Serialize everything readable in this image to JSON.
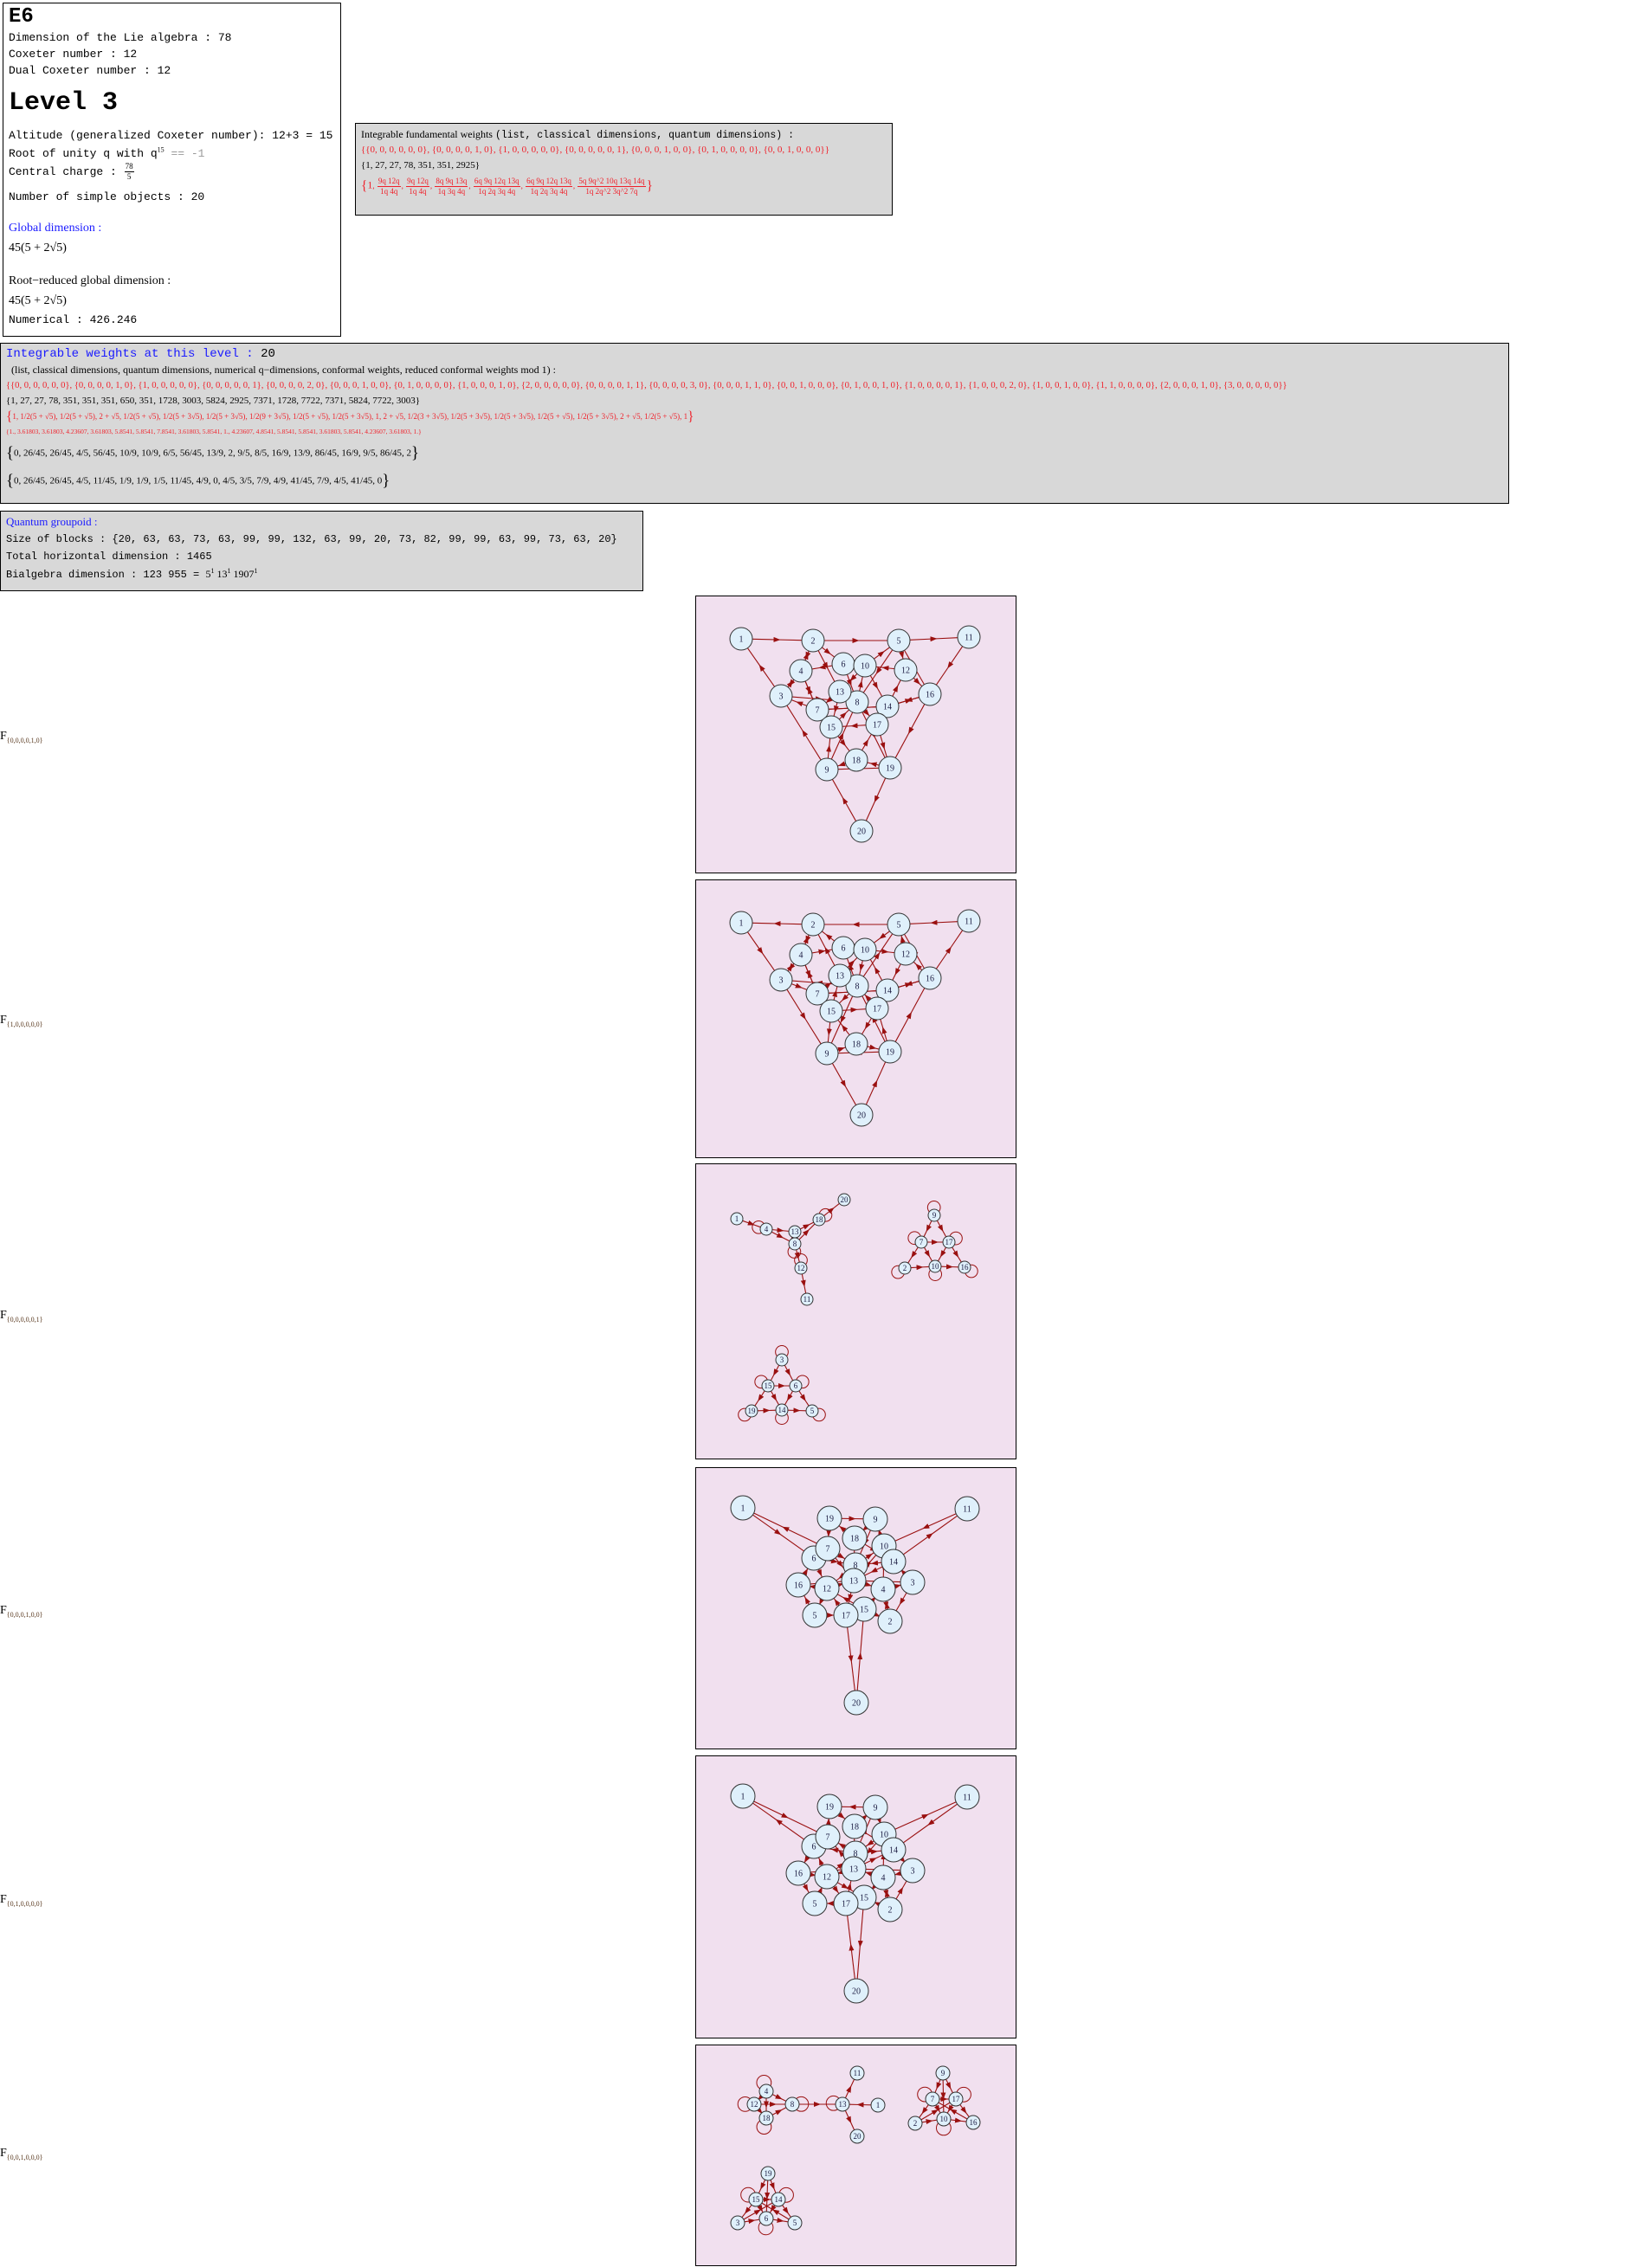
{
  "algebra": {
    "name": "E6",
    "dimension_line": "Dimension of the Lie algebra : 78",
    "coxeter_line": "Coxeter number : 12",
    "dual_coxeter_line": "Dual Coxeter number : 12"
  },
  "level": {
    "title": "Level 3",
    "altitude_line": "Altitude (generalized Coxeter number): 12+3 = 15",
    "root_prefix": "Root of unity q with q",
    "root_exp": "15",
    "root_suffix": " == -1",
    "central_charge_label": "Central charge : ",
    "central_charge_num": "78",
    "central_charge_den": "5",
    "simple_objects_line": "Number of simple objects : 20",
    "global_dim_label": "Global dimension :",
    "global_dim_value": "45(5 + 2√5)",
    "root_reduced_label": "Root−reduced global dimension :",
    "root_reduced_value": "45(5 + 2√5)",
    "numerical_line": "Numerical : 426.246"
  },
  "fundamental": {
    "title_serif": "Integrable fundamental weights ",
    "title_mono": "(list, classical dimensions, quantum dimensions) :",
    "weights": "{{0, 0, 0, 0, 0, 0}, {0, 0, 0, 0, 1, 0}, {1, 0, 0, 0, 0, 0}, {0, 0, 0, 0, 0, 1}, {0, 0, 0, 1, 0, 0}, {0, 1, 0, 0, 0, 0}, {0, 0, 1, 0, 0, 0}}",
    "classical_dims": "{1, 27, 27, 78, 351, 351, 2925}",
    "quantum_dims": [
      {
        "value": "1"
      },
      {
        "num": "9q 12q",
        "den": "1q 4q"
      },
      {
        "num": "9q 12q",
        "den": "1q 4q"
      },
      {
        "num": "8q 9q 13q",
        "den": "1q 3q 4q"
      },
      {
        "num": "6q 9q 12q 13q",
        "den": "1q 2q 3q 4q"
      },
      {
        "num": "6q 9q 12q 13q",
        "den": "1q 2q 3q 4q"
      },
      {
        "num": "5q 9q^2 10q 13q 14q",
        "den": "1q 2q^2 3q^2 7q"
      }
    ]
  },
  "integrable": {
    "title": "Integrable weights at this level : ",
    "count": "20",
    "subtitle": "(list, classical dimensions, quantum dimensions, numerical q−dimensions, conformal weights, reduced conformal weights mod 1) :",
    "weights": "{{0, 0, 0, 0, 0, 0}, {0, 0, 0, 0, 1, 0}, {1, 0, 0, 0, 0, 0}, {0, 0, 0, 0, 0, 1}, {0, 0, 0, 0, 2, 0}, {0, 0, 0, 1, 0, 0}, {0, 1, 0, 0, 0, 0}, {1, 0, 0, 0, 1, 0}, {2, 0, 0, 0, 0, 0}, {0, 0, 0, 0, 1, 1}, {0, 0, 0, 0, 3, 0}, {0, 0, 0, 1, 1, 0}, {0, 0, 1, 0, 0, 0}, {0, 1, 0, 0, 1, 0}, {1, 0, 0, 0, 0, 1}, {1, 0, 0, 0, 2, 0}, {1, 0, 0, 1, 0, 0}, {1, 1, 0, 0, 0, 0}, {2, 0, 0, 0, 1, 0}, {3, 0, 0, 0, 0, 0}}",
    "classical_dims": "{1, 27, 27, 78, 351, 351, 351, 650, 351, 1728, 3003, 5824, 2925, 7371, 1728, 7722, 7371, 5824, 7722, 3003}",
    "quantum_dims": [
      "1",
      "1/2(5 + √5)",
      "1/2(5 + √5)",
      "2 + √5",
      "1/2(5 + √5)",
      "1/2(5 + 3√5)",
      "1/2(5 + 3√5)",
      "1/2(9 + 3√5)",
      "1/2(5 + √5)",
      "1/2(5 + 3√5)",
      "1",
      "2 + √5",
      "1/2(3 + 3√5)",
      "1/2(5 + 3√5)",
      "1/2(5 + 3√5)",
      "1/2(5 + √5)",
      "1/2(5 + 3√5)",
      "2 + √5",
      "1/2(5 + √5)",
      "1"
    ],
    "numerical_dims": "{1., 3.61803, 3.61803, 4.23607, 3.61803, 5.8541, 5.8541, 7.8541, 3.61803, 5.8541, 1., 4.23607, 4.8541, 5.8541, 5.8541, 3.61803, 5.8541, 4.23607, 3.61803, 1.}",
    "conformal_weights": [
      "0",
      "26/45",
      "26/45",
      "4/5",
      "56/45",
      "10/9",
      "10/9",
      "6/5",
      "56/45",
      "13/9",
      "2",
      "9/5",
      "8/5",
      "16/9",
      "13/9",
      "86/45",
      "16/9",
      "9/5",
      "86/45",
      "2"
    ],
    "reduced_conformal_weights": [
      "0",
      "26/45",
      "26/45",
      "4/5",
      "11/45",
      "1/9",
      "1/9",
      "1/5",
      "11/45",
      "4/9",
      "0",
      "4/5",
      "3/5",
      "7/9",
      "4/9",
      "41/45",
      "7/9",
      "4/5",
      "41/45",
      "0"
    ]
  },
  "groupoid": {
    "title": "Quantum groupoid :",
    "blocks_line": "Size of blocks : {20, 63, 63, 73, 63, 99, 99, 132, 63, 99, 20, 73, 82, 99, 99, 63, 99, 73, 63, 20}",
    "horizontal_line": "Total horizontal dimension : 1465",
    "bialgebra_prefix": "Bialgebra dimension : 123 955 = ",
    "bialgebra_factors": [
      {
        "base": "5",
        "exp": "1"
      },
      {
        "base": "13",
        "exp": "1"
      },
      {
        "base": "1907",
        "exp": "1"
      }
    ]
  },
  "colors": {
    "edge": "#9a1010",
    "node_fill": "#dff0fb",
    "panel_bg": "#f1e0ef",
    "accent_blue": "#1a1aff",
    "accent_red": "#f0202a"
  },
  "graphs": [
    {
      "label": "F",
      "sub": "{0,0,0,0,1,0}",
      "nodes": [
        1,
        2,
        3,
        4,
        5,
        6,
        7,
        8,
        9,
        10,
        11,
        12,
        13,
        14,
        15,
        16,
        17,
        18,
        19,
        20
      ],
      "edges": [
        [
          1,
          2
        ],
        [
          2,
          5
        ],
        [
          5,
          11
        ],
        [
          11,
          16
        ],
        [
          16,
          19
        ],
        [
          19,
          20
        ],
        [
          20,
          9
        ],
        [
          9,
          3
        ],
        [
          3,
          1
        ],
        [
          2,
          4
        ],
        [
          4,
          2
        ],
        [
          3,
          4
        ],
        [
          4,
          3
        ],
        [
          2,
          6
        ],
        [
          2,
          13
        ],
        [
          4,
          7
        ],
        [
          7,
          4
        ],
        [
          6,
          4
        ],
        [
          10,
          5
        ],
        [
          5,
          8
        ],
        [
          5,
          12
        ],
        [
          12,
          10
        ],
        [
          5,
          16
        ],
        [
          12,
          16
        ],
        [
          10,
          14
        ],
        [
          14,
          12
        ],
        [
          16,
          14
        ],
        [
          14,
          16
        ],
        [
          3,
          8
        ],
        [
          7,
          3
        ],
        [
          6,
          8
        ],
        [
          10,
          13
        ],
        [
          13,
          7
        ],
        [
          8,
          10
        ],
        [
          7,
          14
        ],
        [
          14,
          7
        ],
        [
          17,
          15
        ],
        [
          15,
          8
        ],
        [
          15,
          18
        ],
        [
          18,
          17
        ],
        [
          9,
          15
        ],
        [
          9,
          8
        ],
        [
          18,
          9
        ],
        [
          19,
          18
        ],
        [
          9,
          19
        ],
        [
          17,
          19
        ],
        [
          8,
          19
        ],
        [
          13,
          15
        ],
        [
          8,
          17
        ]
      ],
      "loops": []
    },
    {
      "label": "F",
      "sub": "{1,0,0,0,0,0}",
      "nodes": [
        1,
        2,
        3,
        4,
        5,
        6,
        7,
        8,
        9,
        10,
        11,
        12,
        13,
        14,
        15,
        16,
        17,
        18,
        19,
        20
      ],
      "edges": [
        [
          2,
          1
        ],
        [
          5,
          2
        ],
        [
          11,
          5
        ],
        [
          16,
          11
        ],
        [
          19,
          16
        ],
        [
          20,
          19
        ],
        [
          9,
          20
        ],
        [
          3,
          9
        ],
        [
          1,
          3
        ],
        [
          4,
          2
        ],
        [
          2,
          4
        ],
        [
          4,
          3
        ],
        [
          3,
          4
        ],
        [
          6,
          2
        ],
        [
          13,
          2
        ],
        [
          7,
          4
        ],
        [
          4,
          7
        ],
        [
          4,
          6
        ],
        [
          5,
          10
        ],
        [
          8,
          5
        ],
        [
          12,
          5
        ],
        [
          10,
          12
        ],
        [
          16,
          5
        ],
        [
          16,
          12
        ],
        [
          14,
          10
        ],
        [
          12,
          14
        ],
        [
          14,
          16
        ],
        [
          16,
          14
        ],
        [
          8,
          3
        ],
        [
          3,
          7
        ],
        [
          8,
          6
        ],
        [
          13,
          10
        ],
        [
          7,
          13
        ],
        [
          10,
          8
        ],
        [
          14,
          7
        ],
        [
          7,
          14
        ],
        [
          15,
          17
        ],
        [
          8,
          15
        ],
        [
          18,
          15
        ],
        [
          17,
          18
        ],
        [
          15,
          9
        ],
        [
          8,
          9
        ],
        [
          9,
          18
        ],
        [
          18,
          19
        ],
        [
          19,
          9
        ],
        [
          19,
          17
        ],
        [
          19,
          8
        ],
        [
          15,
          13
        ],
        [
          17,
          8
        ]
      ],
      "loops": []
    },
    {
      "label": "F",
      "sub": "{0,0,0,0,0,1}",
      "nodes": [
        1,
        2,
        3,
        4,
        5,
        6,
        7,
        8,
        9,
        10,
        11,
        12,
        13,
        14,
        15,
        16,
        17,
        18,
        19,
        20
      ],
      "edges": [
        [
          1,
          4
        ],
        [
          4,
          13
        ],
        [
          4,
          8
        ],
        [
          13,
          18
        ],
        [
          8,
          18
        ],
        [
          18,
          20
        ],
        [
          8,
          12
        ],
        [
          12,
          11
        ],
        [
          13,
          8
        ],
        [
          9,
          7
        ],
        [
          9,
          17
        ],
        [
          7,
          17
        ],
        [
          7,
          2
        ],
        [
          7,
          10
        ],
        [
          17,
          10
        ],
        [
          17,
          16
        ],
        [
          2,
          10
        ],
        [
          10,
          16
        ],
        [
          3,
          15
        ],
        [
          3,
          6
        ],
        [
          15,
          6
        ],
        [
          15,
          19
        ],
        [
          15,
          14
        ],
        [
          6,
          14
        ],
        [
          6,
          5
        ],
        [
          19,
          14
        ],
        [
          14,
          5
        ]
      ],
      "loops": [
        4,
        8,
        18,
        12,
        9,
        7,
        17,
        2,
        10,
        16,
        3,
        15,
        6,
        19,
        14,
        5
      ]
    },
    {
      "label": "F",
      "sub": "{0,0,0,1,0,0}",
      "nodes": [
        1,
        2,
        3,
        4,
        5,
        6,
        7,
        8,
        9,
        10,
        11,
        12,
        13,
        14,
        15,
        16,
        17,
        18,
        19,
        20
      ],
      "edges": [
        [
          1,
          6
        ],
        [
          7,
          1
        ],
        [
          11,
          10
        ],
        [
          14,
          11
        ],
        [
          19,
          9
        ],
        [
          17,
          20
        ],
        [
          20,
          15
        ],
        [
          3,
          2
        ],
        [
          5,
          16
        ],
        [
          5,
          17
        ],
        [
          4,
          2
        ],
        [
          16,
          6
        ],
        [
          12,
          16
        ],
        [
          9,
          18
        ],
        [
          18,
          19
        ],
        [
          19,
          7
        ],
        [
          7,
          8
        ],
        [
          8,
          10
        ],
        [
          10,
          9
        ],
        [
          6,
          12
        ],
        [
          12,
          13
        ],
        [
          13,
          4
        ],
        [
          4,
          3
        ],
        [
          3,
          14
        ],
        [
          14,
          8
        ],
        [
          8,
          12
        ],
        [
          13,
          17
        ],
        [
          17,
          15
        ],
        [
          15,
          2
        ],
        [
          2,
          4
        ],
        [
          12,
          5
        ],
        [
          15,
          4
        ],
        [
          18,
          13
        ],
        [
          13,
          10
        ],
        [
          10,
          4
        ],
        [
          7,
          13
        ],
        [
          6,
          8
        ],
        [
          14,
          13
        ],
        [
          16,
          13
        ],
        [
          17,
          12
        ],
        [
          9,
          8
        ],
        [
          18,
          14
        ],
        [
          15,
          12
        ],
        [
          3,
          13
        ]
      ],
      "loops": []
    },
    {
      "label": "F",
      "sub": "{0,1,0,0,0,0}",
      "nodes": [
        1,
        2,
        3,
        4,
        5,
        6,
        7,
        8,
        9,
        10,
        11,
        12,
        13,
        14,
        15,
        16,
        17,
        18,
        19,
        20
      ],
      "edges": [
        [
          6,
          1
        ],
        [
          1,
          7
        ],
        [
          10,
          11
        ],
        [
          11,
          14
        ],
        [
          9,
          19
        ],
        [
          20,
          17
        ],
        [
          15,
          20
        ],
        [
          2,
          3
        ],
        [
          16,
          5
        ],
        [
          17,
          5
        ],
        [
          2,
          4
        ],
        [
          6,
          16
        ],
        [
          16,
          12
        ],
        [
          18,
          9
        ],
        [
          19,
          18
        ],
        [
          7,
          19
        ],
        [
          8,
          7
        ],
        [
          10,
          8
        ],
        [
          9,
          10
        ],
        [
          12,
          6
        ],
        [
          13,
          12
        ],
        [
          4,
          13
        ],
        [
          3,
          4
        ],
        [
          14,
          3
        ],
        [
          8,
          14
        ],
        [
          12,
          8
        ],
        [
          17,
          13
        ],
        [
          15,
          17
        ],
        [
          2,
          15
        ],
        [
          4,
          2
        ],
        [
          5,
          12
        ],
        [
          4,
          15
        ],
        [
          13,
          18
        ],
        [
          10,
          13
        ],
        [
          4,
          10
        ],
        [
          13,
          7
        ],
        [
          8,
          6
        ],
        [
          13,
          14
        ],
        [
          13,
          16
        ],
        [
          12,
          17
        ],
        [
          8,
          9
        ],
        [
          14,
          18
        ],
        [
          12,
          15
        ],
        [
          13,
          3
        ]
      ],
      "loops": []
    },
    {
      "label": "F",
      "sub": "{0,0,1,0,0,0}",
      "nodes": [
        1,
        2,
        3,
        4,
        5,
        6,
        7,
        8,
        9,
        10,
        11,
        12,
        13,
        14,
        15,
        16,
        17,
        18,
        19,
        20
      ],
      "edges": [
        [
          4,
          12
        ],
        [
          4,
          18
        ],
        [
          4,
          8
        ],
        [
          12,
          8
        ],
        [
          12,
          18
        ],
        [
          18,
          8
        ],
        [
          8,
          13
        ],
        [
          1,
          13
        ],
        [
          13,
          11
        ],
        [
          13,
          20
        ],
        [
          9,
          7
        ],
        [
          9,
          17
        ],
        [
          9,
          10
        ],
        [
          7,
          17
        ],
        [
          7,
          2
        ],
        [
          7,
          10
        ],
        [
          17,
          10
        ],
        [
          17,
          16
        ],
        [
          2,
          10
        ],
        [
          10,
          16
        ],
        [
          2,
          17
        ],
        [
          16,
          7
        ],
        [
          19,
          15
        ],
        [
          19,
          14
        ],
        [
          19,
          6
        ],
        [
          15,
          14
        ],
        [
          15,
          3
        ],
        [
          15,
          6
        ],
        [
          14,
          6
        ],
        [
          14,
          5
        ],
        [
          3,
          6
        ],
        [
          6,
          5
        ],
        [
          3,
          14
        ],
        [
          5,
          15
        ]
      ],
      "loops": [
        4,
        12,
        18,
        8,
        13,
        7,
        17,
        10,
        15,
        14,
        6
      ]
    }
  ]
}
